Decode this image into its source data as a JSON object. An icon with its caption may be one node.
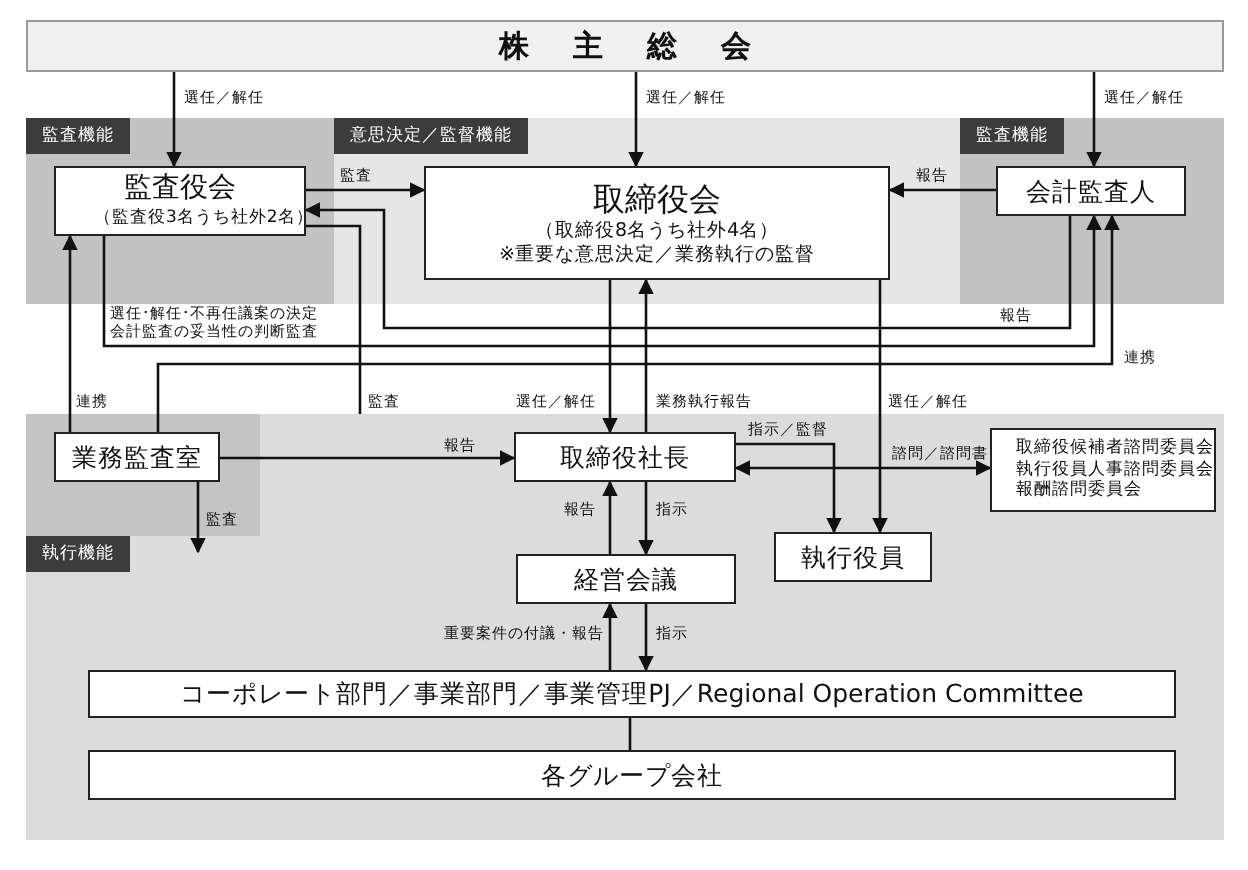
{
  "diagram": {
    "nodes": [
      {
        "text": [
          "株主総会"
        ]
      },
      {
        "text": [
          "監査機能"
        ]
      },
      {
        "text": [
          "意思決定／監督機能"
        ]
      },
      {
        "text": [
          "監査機能"
        ]
      },
      {
        "text": [
          "監査役会",
          "（監査役3名うち社外2名）"
        ],
        "in": 1
      },
      {
        "text": [
          "取締役会",
          "（取締役8名うち社外4名）",
          "※重要な意思決定／業務執行の監督"
        ],
        "in": 2
      },
      {
        "text": [
          "会計監査人"
        ],
        "in": 3
      },
      {
        "text": [
          "執行機能"
        ]
      },
      {
        "text": [
          "業務監査室"
        ],
        "in": 7
      },
      {
        "text": [
          "取締役社長"
        ],
        "in": 7
      },
      {
        "text": [
          "取締役候補者諮問委員会",
          "執行役員人事諮問委員会",
          "報酬諮問委員会"
        ],
        "in": 7
      },
      {
        "text": [
          "執行役員"
        ],
        "in": 7
      },
      {
        "text": [
          "経営会議"
        ],
        "in": 7
      },
      {
        "text": [
          "コーポレート部門／事業部門／事業管理PJ／Regional Operation Committee"
        ],
        "in": 7
      },
      {
        "text": [
          "各グループ会社"
        ],
        "in": 7
      }
    ],
    "edges": [
      {
        "from": 0,
        "to": 4,
        "arrow": "to",
        "label": "選任／解任"
      },
      {
        "from": 0,
        "to": 5,
        "arrow": "to",
        "label": "選任／解任"
      },
      {
        "from": 0,
        "to": 6,
        "arrow": "to",
        "label": "選任／解任"
      },
      {
        "from": 4,
        "to": 5,
        "arrow": "to",
        "label": "監査"
      },
      {
        "from": 6,
        "to": 5,
        "arrow": "to",
        "label": "報告"
      },
      {
        "from": 6,
        "to": 4,
        "arrow": "to",
        "label": "報告"
      },
      {
        "from": 4,
        "to": 6,
        "arrow": "to",
        "label": "選任･解任･不再任議案の決定会計監査の妥当性の判断監査"
      },
      {
        "from": 4,
        "to": 7,
        "arrow": "none",
        "label": "監査"
      },
      {
        "from": 8,
        "to": 4,
        "arrow": "to",
        "label": "連携"
      },
      {
        "from": 8,
        "to": 6,
        "arrow": "to",
        "label": "連携"
      },
      {
        "from": 5,
        "to": 9,
        "arrow": "to",
        "label": "選任／解任"
      },
      {
        "from": 9,
        "to": 5,
        "arrow": "to",
        "label": "業務執行報告"
      },
      {
        "from": 5,
        "to": 11,
        "arrow": "to",
        "label": "選任／解任"
      },
      {
        "from": 8,
        "to": 9,
        "arrow": "to",
        "label": "報告"
      },
      {
        "from": 9,
        "to": 11,
        "arrow": "to",
        "label": "指示／監督"
      },
      {
        "from": 9,
        "to": 10,
        "arrow": "both",
        "label": "諮問／諮問書"
      },
      {
        "from": 8,
        "to": null,
        "arrow": "to",
        "label": "監査"
      },
      {
        "from": 12,
        "to": 9,
        "arrow": "to",
        "label": "報告"
      },
      {
        "from": 9,
        "to": 12,
        "arrow": "to",
        "label": "指示"
      },
      {
        "from": 13,
        "to": 12,
        "arrow": "to",
        "label": "重要案件の付議・報告"
      },
      {
        "from": 12,
        "to": 13,
        "arrow": "to",
        "label": "指示"
      },
      {
        "from": 13,
        "to": 14,
        "arrow": "none"
      }
    ]
  }
}
